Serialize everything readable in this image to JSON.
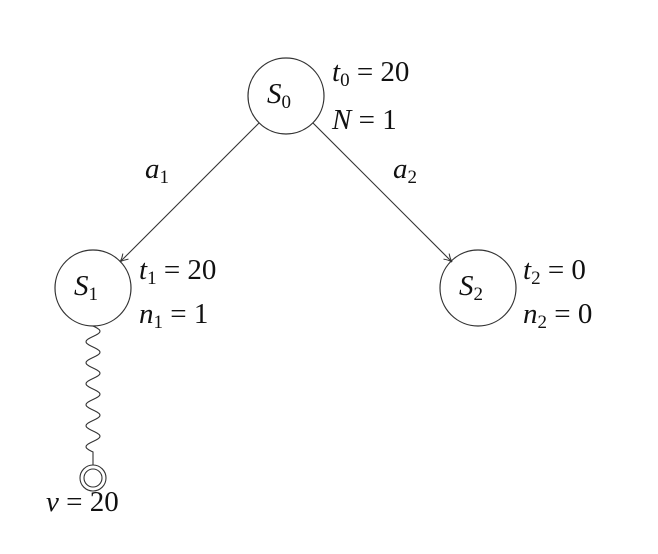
{
  "nodes": {
    "s0": {
      "name": "S",
      "sub": "0",
      "l1_var": "t",
      "l1_sub": "0",
      "l1_val": " = 20",
      "l2_var": "N",
      "l2_sub": "",
      "l2_val": " = 1"
    },
    "s1": {
      "name": "S",
      "sub": "1",
      "l1_var": "t",
      "l1_sub": "1",
      "l1_val": " = 20",
      "l2_var": "n",
      "l2_sub": "1",
      "l2_val": " = 1"
    },
    "s2": {
      "name": "S",
      "sub": "2",
      "l1_var": "t",
      "l1_sub": "2",
      "l1_val": " = 0",
      "l2_var": "n",
      "l2_sub": "2",
      "l2_val": " = 0"
    }
  },
  "edges": {
    "a1": {
      "var": "a",
      "sub": "1"
    },
    "a2": {
      "var": "a",
      "sub": "2"
    }
  },
  "terminal": {
    "var": "v",
    "val": " = 20"
  }
}
